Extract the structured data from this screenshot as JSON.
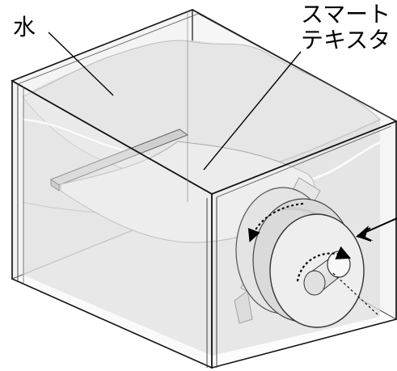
{
  "labels": {
    "water": "水",
    "smart_textile_line1": "スマート",
    "smart_textile_line2": "テキスタ"
  },
  "colors": {
    "water_fill": "#d6d6d6",
    "water_surface": "#e4e4e4",
    "glass_edge": "#1a1a1a",
    "glass_face": "#f3f3f3",
    "textile": "#ebebeb",
    "rotor": "#e6e6e6",
    "arrow": "#000000"
  },
  "icons": {
    "rotation_arrows": "dotted-curved-arrow-icon",
    "pointer_arrow": "arrow-icon"
  }
}
